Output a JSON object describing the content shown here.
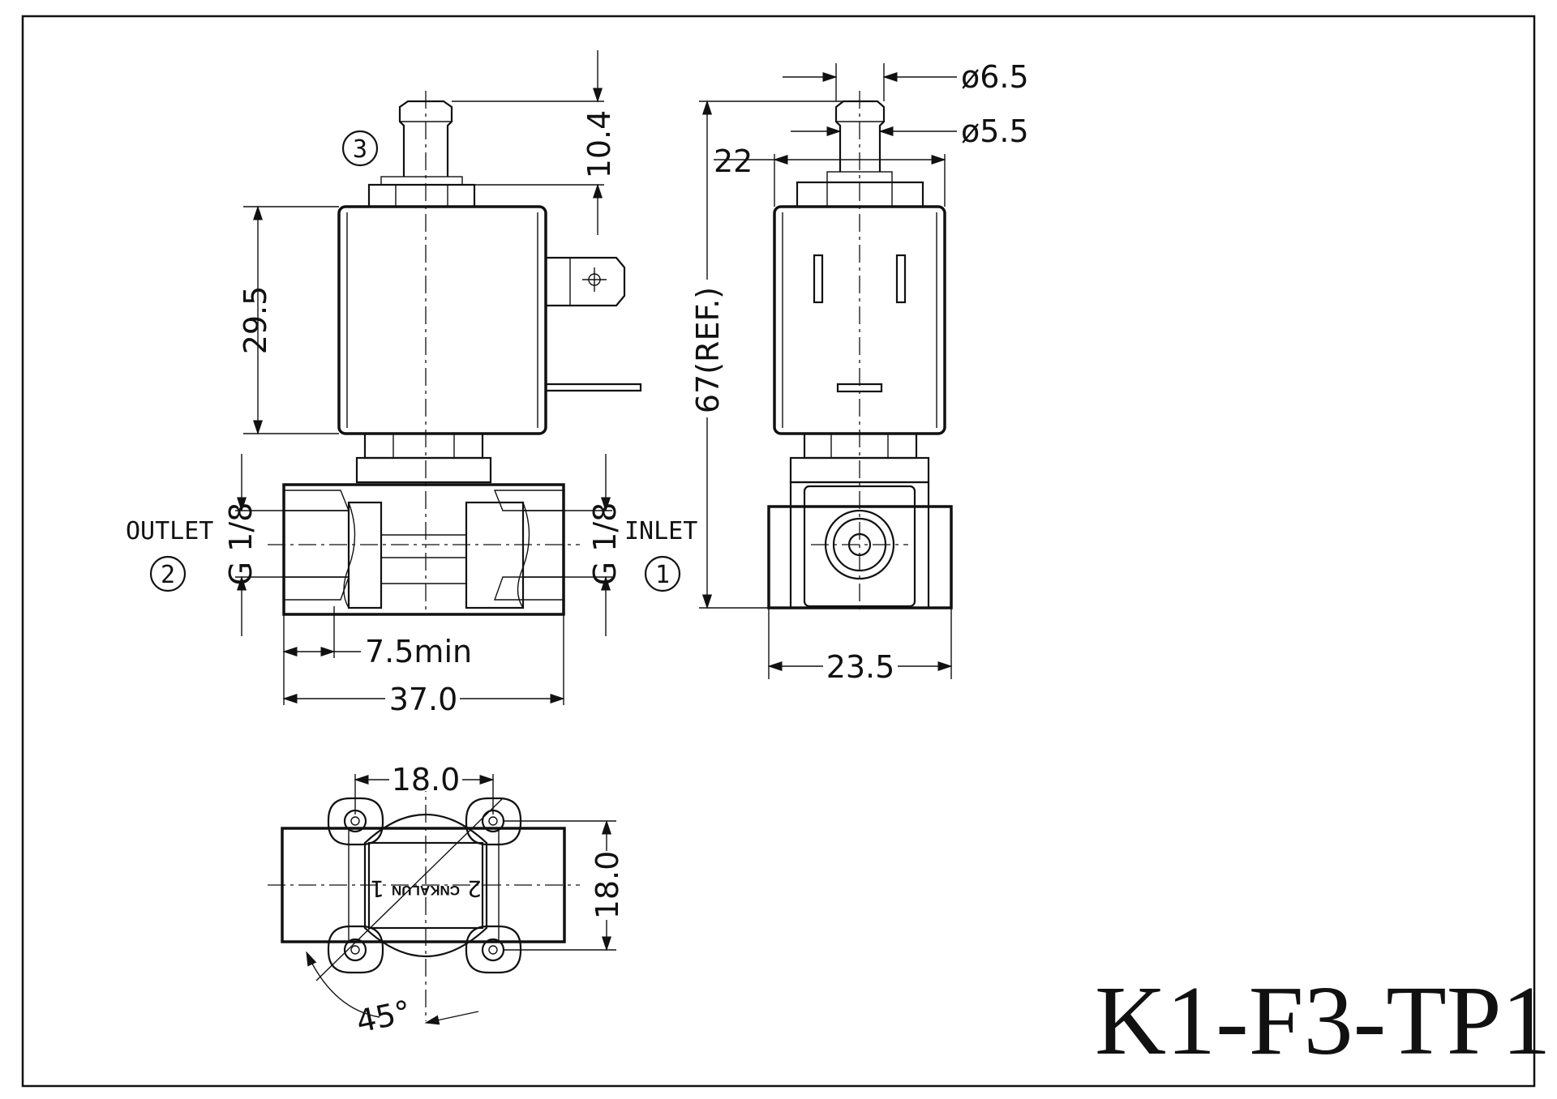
{
  "drawing": {
    "model_number": "K1-F3-TP1",
    "ports": {
      "outlet_label": "OUTLET",
      "inlet_label": "INLET",
      "outlet_number": "2",
      "inlet_number": "1",
      "exhaust_number": "3",
      "outlet_thread": "G 1/8",
      "inlet_thread": "G 1/8"
    },
    "dimensions": {
      "stem_height": "10.4",
      "coil_height": "29.5",
      "min_depth": "7.5min",
      "body_length": "37.0",
      "overall_height": "67(REF.)",
      "stem_outer_dia": "ø6.5",
      "stem_inner_dia": "ø5.5",
      "coil_width": "22",
      "base_width": "23.5",
      "hole_spacing_x": "18.0",
      "hole_spacing_y": "18.0",
      "angle": "45°"
    },
    "body_marking": {
      "brand": "CNKALUN",
      "port_left": "1",
      "port_right": "2"
    }
  }
}
